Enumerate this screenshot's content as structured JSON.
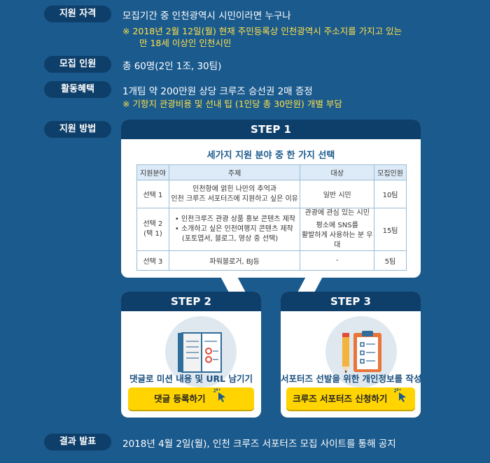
{
  "rows": {
    "eligibility": {
      "label": "지원 자격",
      "text": "모집기간 중 인천광역시 시민이라면 누구나",
      "note_line1": "※ 2018년 2월 12일(월) 현재 주민등록상 인천광역시 주소지를 가지고 있는",
      "note_line2": "만 18세 이상인 인천시민"
    },
    "recruit": {
      "label": "모집 인원",
      "text": "총 60명(2인 1조, 30팀)"
    },
    "benefits": {
      "label": "활동혜택",
      "text": "1개팀 약 200만원 상당 크루즈 승선권 2매 증정",
      "note": "※ 기항지 관광비용 및 선내 팁 (1인당 총 30만원) 개별 부담"
    },
    "method": {
      "label": "지원 방법"
    },
    "result": {
      "label": "결과 발표",
      "text": "2018년 4월 2일(월), 인천 크루즈 서포터즈 모집 사이트를 통해 공지"
    }
  },
  "step1": {
    "title": "STEP 1",
    "subtitle": "세가지 지원 분야 중 한 가지 선택",
    "headers": [
      "지원분야",
      "주제",
      "대상",
      "모집인원"
    ],
    "rows": [
      {
        "field": "선택 1",
        "topic_lines": [
          "인천항에 얽힌 나만의 추억과",
          "인천 크루즈 서포터즈에 지원하고 싶은 이유"
        ],
        "target_lines": [
          "일반 시민"
        ],
        "count": "10팀"
      },
      {
        "field_lines": [
          "선택 2",
          "(택 1)"
        ],
        "topic_bullets": [
          "• 인천크루즈 관광 상품 홍보 콘텐츠 제작",
          "• 소개하고 싶은 인천여행지 콘텐츠 제작",
          "(포토엽서, 블로그, 영상 중 선택)"
        ],
        "target_lines": [
          "관광에 관심 있는 시민",
          "평소에 SNS를",
          "활발하게 사용하는 분 우대"
        ],
        "count": "15팀"
      },
      {
        "field": "선택 3",
        "topic_lines": [
          "파워블로거, BJ등"
        ],
        "target_lines": [
          "-"
        ],
        "count": "5팀"
      }
    ]
  },
  "step2": {
    "title": "STEP 2",
    "icon": "notebook-icon",
    "caption": "댓글로 미션 내용 및 URL 남기기",
    "button": "댓글 등록하기"
  },
  "step3": {
    "title": "STEP 3",
    "icon": "clipboard-pencil-icon",
    "caption": "서포터즈 선발을 위한 개인정보를 작성",
    "button": "크루즈 서포터즈 신청하기"
  },
  "colors": {
    "background": "#1b5a8d",
    "label_bg": "#0e3f6a",
    "note": "#ffe14a",
    "button": "#ffd400"
  }
}
